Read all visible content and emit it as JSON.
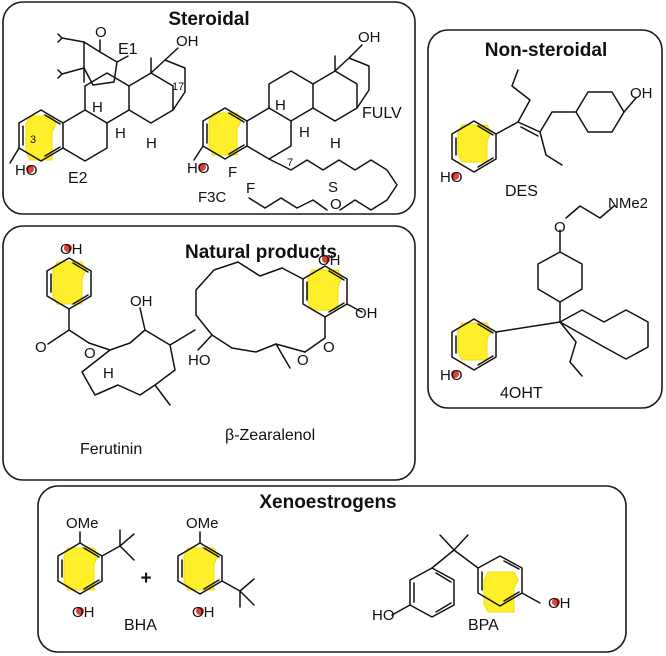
{
  "panels": {
    "steroidal": {
      "title": "Steroidal",
      "compounds": [
        {
          "name": "E1",
          "atoms": [
            "O"
          ]
        },
        {
          "name": "E2",
          "atoms": [
            "OH",
            "HO",
            "H",
            "H",
            "H",
            "3",
            "17"
          ]
        },
        {
          "name": "FULV",
          "atoms": [
            "OH",
            "HO",
            "H",
            "H",
            "H",
            "7",
            "F",
            "F",
            "F3C",
            "S",
            "O"
          ]
        }
      ]
    },
    "non_steroidal": {
      "title": "Non-steroidal",
      "compounds": [
        {
          "name": "DES",
          "atoms": [
            "OH",
            "HO"
          ]
        },
        {
          "name": "4OHT",
          "atoms": [
            "O",
            "NMe2",
            "HO"
          ]
        }
      ]
    },
    "natural_products": {
      "title": "Natural products",
      "compounds": [
        {
          "name": "Ferutinin",
          "atoms": [
            "OH",
            "O",
            "O",
            "OH",
            "H"
          ]
        },
        {
          "name": "β-Zearalenol",
          "atoms": [
            "OH",
            "OH",
            "O",
            "O",
            "HO"
          ]
        }
      ]
    },
    "xenoestrogens": {
      "title": "Xenoestrogens",
      "plus": "+",
      "compounds": [
        {
          "name": "BHA",
          "atoms": [
            "OMe",
            "OH",
            "OMe",
            "OH"
          ]
        },
        {
          "name": "BPA",
          "atoms": [
            "HO",
            "OH"
          ]
        }
      ]
    }
  },
  "colors": {
    "phenol_highlight": "#ffee2a",
    "hydroxyl_oxygen": "#e0423a",
    "outline": "#1a1a1a"
  }
}
